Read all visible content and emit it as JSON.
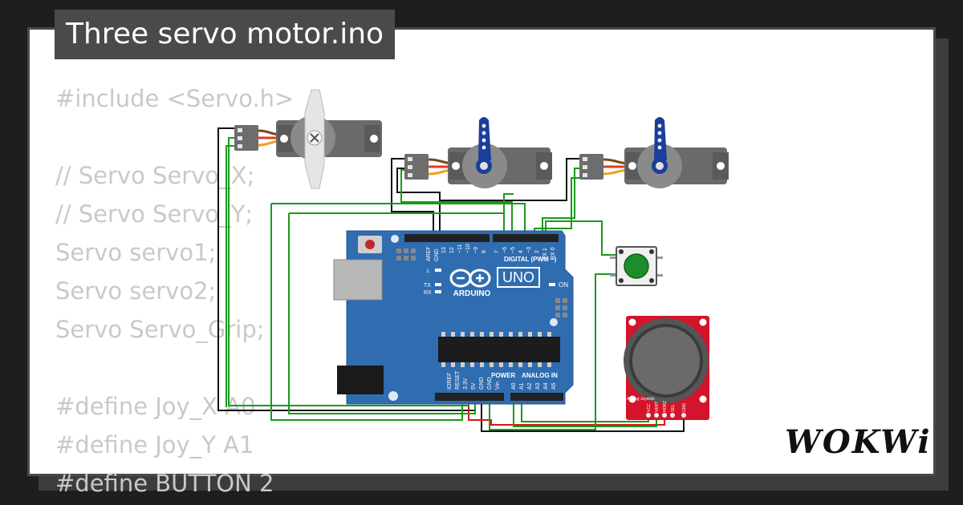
{
  "title": "Three servo motor.ino",
  "code_lines": [
    "#include <Servo.h>",
    "",
    "// Servo Servo_X;",
    "// Servo Servo_Y;",
    "Servo servo1;",
    "Servo servo2;",
    "Servo Servo_Grip;",
    "",
    "#define Joy_X A0",
    "#define Joy_Y A1",
    "#define BUTTON 2"
  ],
  "board": {
    "logo": "UNO",
    "brand": "ARDUINO",
    "digital_label": "DIGITAL (PWM ~)",
    "power_label": "POWER",
    "analog_label": "ANALOG IN",
    "on_label": "ON",
    "l_label": "L",
    "tx_label": "TX",
    "rx_label": "RX",
    "aref": "AREF",
    "gnd": "GND",
    "power_pins": [
      "IOREF",
      "RESET",
      "3.3V",
      "5V",
      "GND",
      "GND",
      "Vin"
    ],
    "analog_pins": [
      "A0",
      "A1",
      "A2",
      "A3",
      "A4",
      "A5"
    ],
    "digital_pins": [
      "13",
      "12",
      "~11",
      "~10",
      "~9",
      "8",
      "7",
      "~6",
      "~5",
      "4",
      "~3",
      "2",
      "TX 1",
      "RX 0"
    ]
  },
  "joystick": {
    "label": "Analog Joystick",
    "pins": [
      "VCC",
      "VERT",
      "HORZ",
      "SEL",
      "GND"
    ]
  },
  "brand_logo": "WOKWi",
  "colors": {
    "background": "#1e1e1e",
    "card": "#ffffff",
    "title_bg": "#4a4a4a",
    "board": "#2f6db0",
    "wire_green": "#1a9a1a",
    "wire_black": "#111111",
    "wire_red": "#d81818",
    "button_green": "#1e8c2b",
    "joystick_red": "#d3142b"
  },
  "icons": {
    "servo": "servo-motor-icon",
    "pushbutton": "pushbutton-icon",
    "joystick": "joystick-icon",
    "board": "arduino-uno-icon"
  }
}
